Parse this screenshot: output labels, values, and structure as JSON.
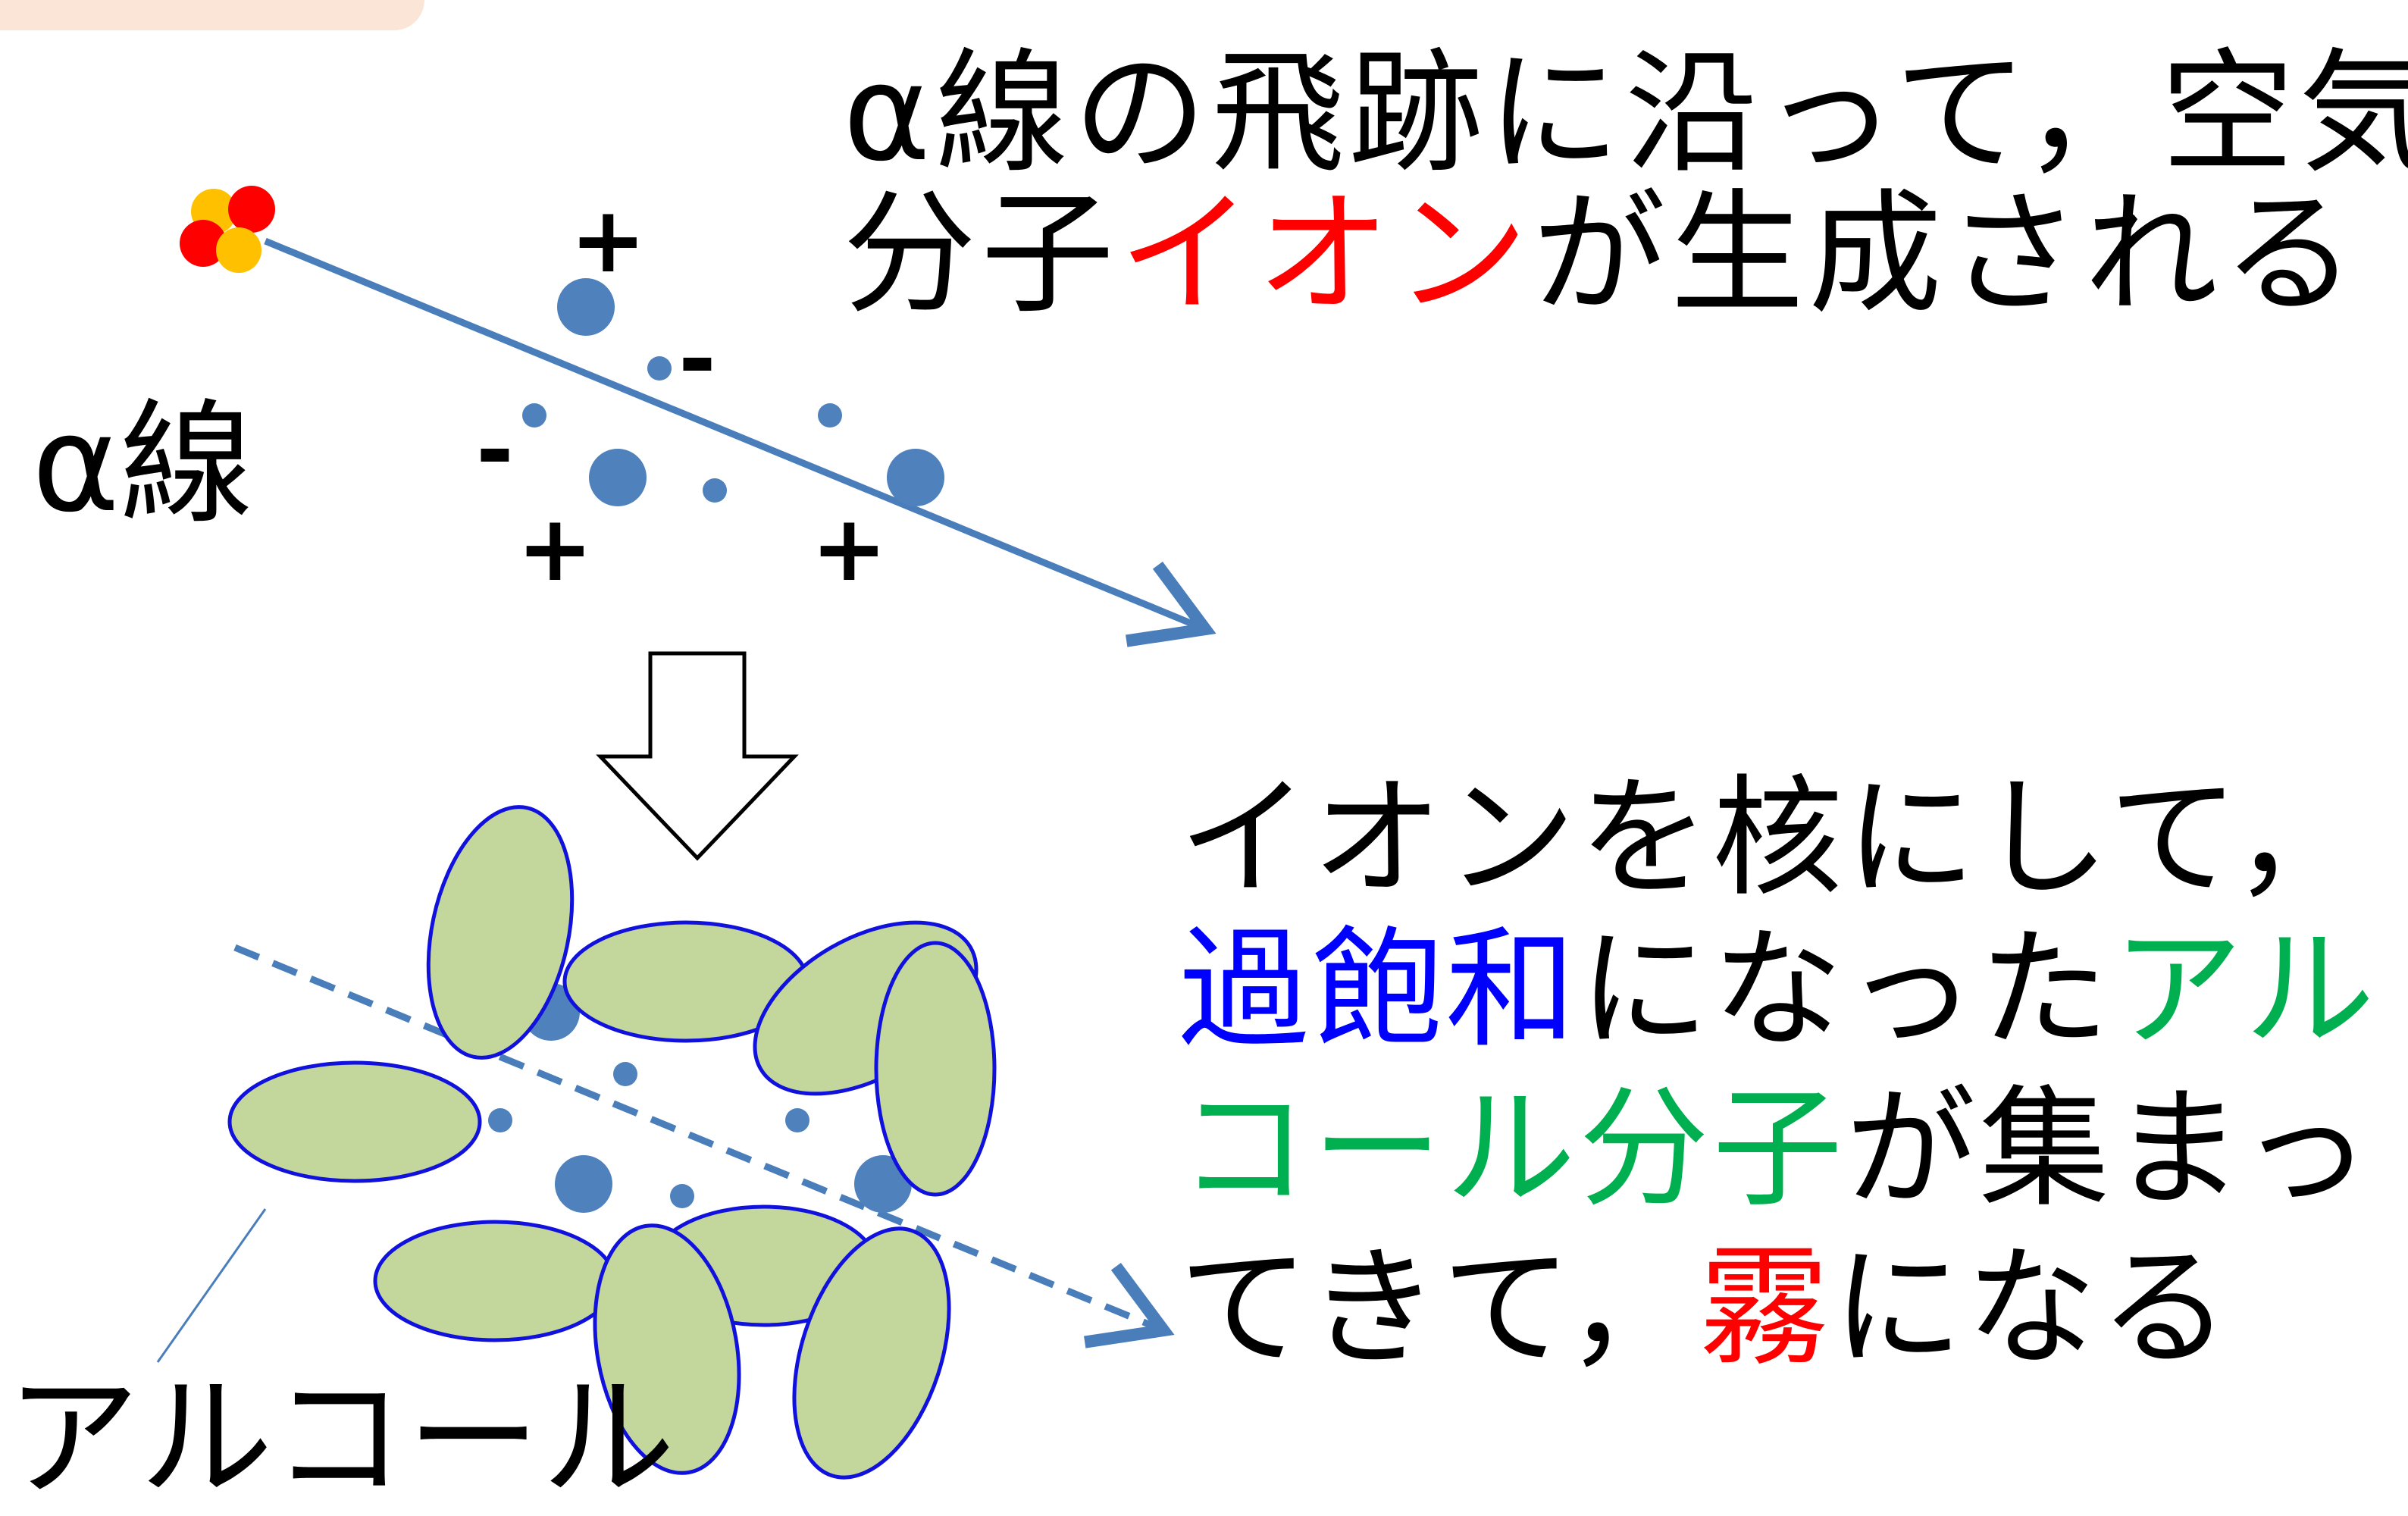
{
  "colors": {
    "arrow_blue": "#4A7EBB",
    "ion_fill": "#4F81BD",
    "alcohol_fill": "#C3D69B",
    "alcohol_stroke": "#1111DD",
    "red": "#FF0000",
    "blue": "#0000FF",
    "green": "#00B050",
    "corner_tab": "#FBE5D6",
    "nucleus_red": "#FF0000",
    "nucleus_yellow": "#FFC000"
  },
  "top_text": {
    "line1": "α線の飛跡に沿って，空気",
    "line2_a": "分子",
    "line2_b": "イオン",
    "line2_c": "が生成される"
  },
  "alpha_label": "α線",
  "charges": {
    "plus": "+",
    "minus": "-"
  },
  "bottom_text": {
    "line1": "イオンを核にして，",
    "line2_a": "過飽和",
    "line2_b": "になった",
    "line2_c": "アル",
    "line3_a": "コール分子",
    "line3_b": "が集まっ",
    "line4_a": "てきて，",
    "line4_b": "霧",
    "line4_c": "になる"
  },
  "alcohol_label": "アルコール"
}
